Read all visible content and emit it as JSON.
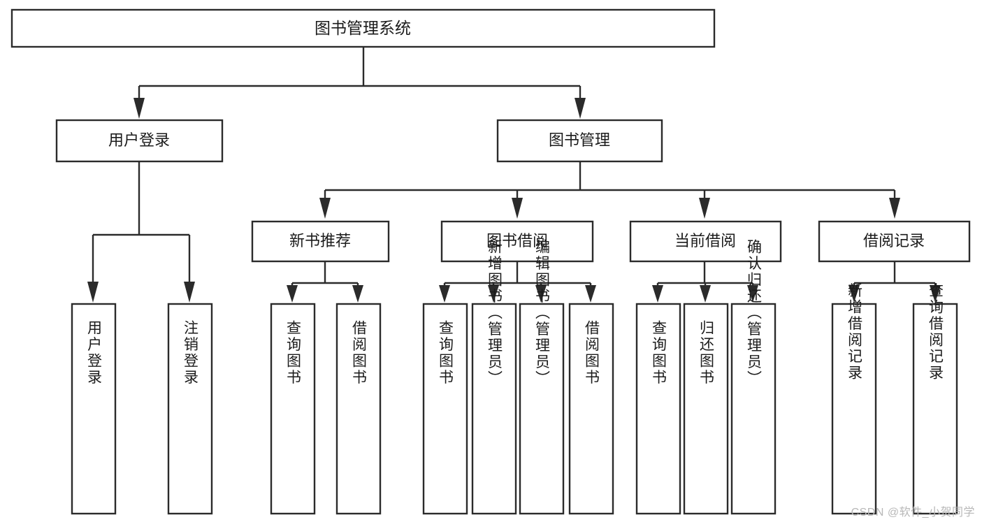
{
  "diagram": {
    "title": "图书管理系统",
    "type": "hierarchy-tree",
    "watermark": "CSDN @软件_小贺同学",
    "colors": {
      "stroke": "#2b2b2b",
      "box_fill": "#ffffff",
      "text": "#1b1b1b",
      "background": "#ffffff",
      "watermark_text": "#b8b8b8"
    },
    "root": {
      "label": "图书管理系统"
    },
    "level2": [
      {
        "label": "用户登录"
      },
      {
        "label": "图书管理"
      }
    ],
    "level3": [
      {
        "label": "新书推荐"
      },
      {
        "label": "图书借阅"
      },
      {
        "label": "当前借阅"
      },
      {
        "label": "借阅记录"
      }
    ],
    "leaves": {
      "user_login": [
        {
          "label": "用户登录"
        },
        {
          "label": "注销登录"
        }
      ],
      "new_book_recommend": [
        {
          "label": "查询图书"
        },
        {
          "label": "借阅图书"
        }
      ],
      "book_borrow": [
        {
          "label": "查询图书"
        },
        {
          "label": "新增图书（管理员）"
        },
        {
          "label": "编辑图书（管理员）"
        },
        {
          "label": "借阅图书"
        }
      ],
      "current_borrow": [
        {
          "label": "查询图书"
        },
        {
          "label": "归还图书"
        },
        {
          "label": "确认归还（管理员）"
        }
      ],
      "borrow_record": [
        {
          "label": "新增借阅记录"
        },
        {
          "label": "查询借阅记录"
        }
      ]
    }
  }
}
